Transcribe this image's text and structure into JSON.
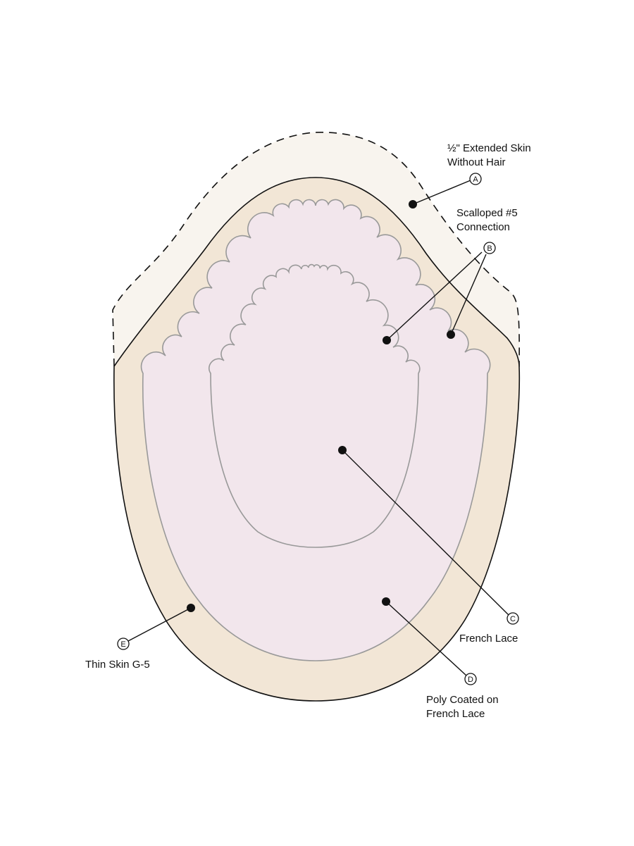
{
  "colors": {
    "extended_skin": "#f8f4ee",
    "thin_skin": "#f2e6d6",
    "lace": "#f2e6ec",
    "outline": "#111111",
    "lace_outline": "#999999"
  },
  "callouts": {
    "A": {
      "letter": "A",
      "lines": [
        "½\" Extended Skin",
        "Without Hair"
      ]
    },
    "B": {
      "letter": "B",
      "lines": [
        "Scalloped #5",
        "Connection"
      ]
    },
    "C": {
      "letter": "C",
      "lines": [
        "French Lace"
      ]
    },
    "D": {
      "letter": "D",
      "lines": [
        "Poly Coated on",
        "French Lace"
      ]
    },
    "E": {
      "letter": "E",
      "lines": [
        "Thin Skin G-5"
      ]
    }
  }
}
